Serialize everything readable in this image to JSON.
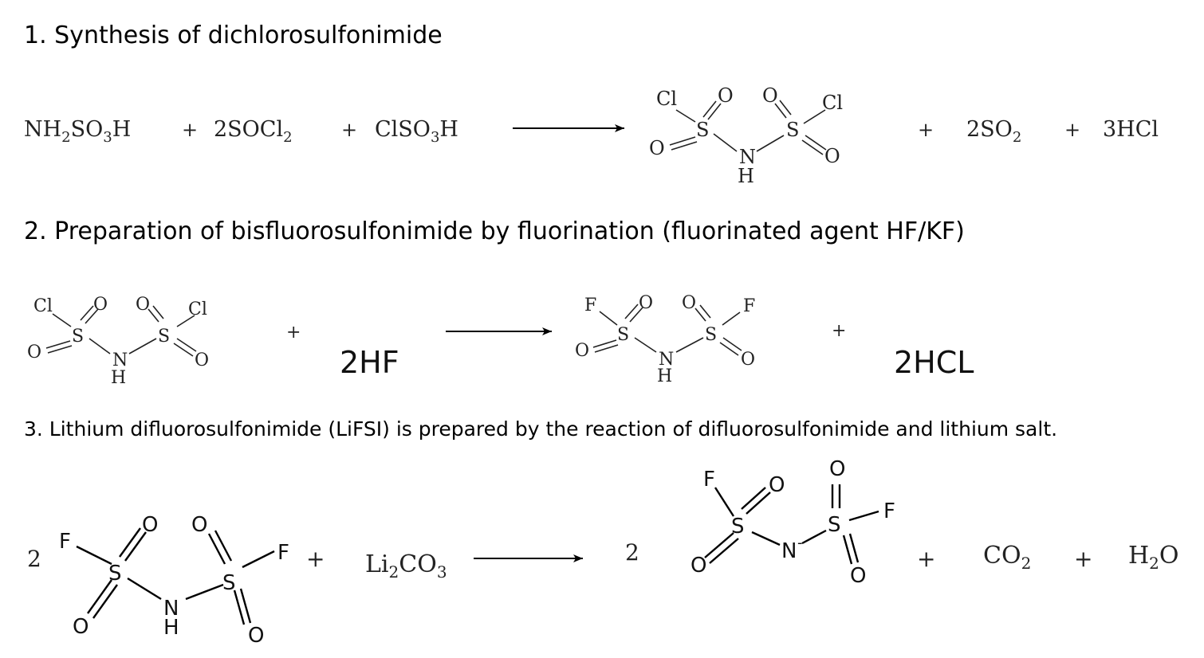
{
  "steps": [
    {
      "title": "1.   Synthesis of dichlorosulfonimide",
      "reactants": [
        "NH",
        "2",
        "SO",
        "3",
        "H",
        "+",
        "2SOCl",
        "2",
        "+",
        "ClSO",
        "3",
        "H"
      ],
      "products": [
        "+",
        "2SO",
        "2",
        "+",
        "3HCl"
      ]
    },
    {
      "title": "2. Preparation of bisfluorosulfonimide by fluorination (fluorinated agent HF/KF)",
      "plus1": "+",
      "reagent": "2HF",
      "plus2": "+",
      "byproduct": "2HCL"
    },
    {
      "title": "3. Lithium difluorosulfonimide (LiFSI) is prepared by the reaction of difluorosulfonimide and lithium salt.",
      "coef1": "2",
      "plus1": "+",
      "reagent": [
        "Li",
        "2",
        "CO",
        "3"
      ],
      "coef2": "2",
      "plus2": "+",
      "co2": [
        "CO",
        "2"
      ],
      "plus3": "+",
      "h2o": [
        "H",
        "2",
        "O"
      ]
    }
  ],
  "atoms": {
    "Cl": "Cl",
    "S": "S",
    "O": "O",
    "N": "N",
    "H": "H",
    "F": "F",
    "N_minus": "N",
    "minus": "-"
  }
}
